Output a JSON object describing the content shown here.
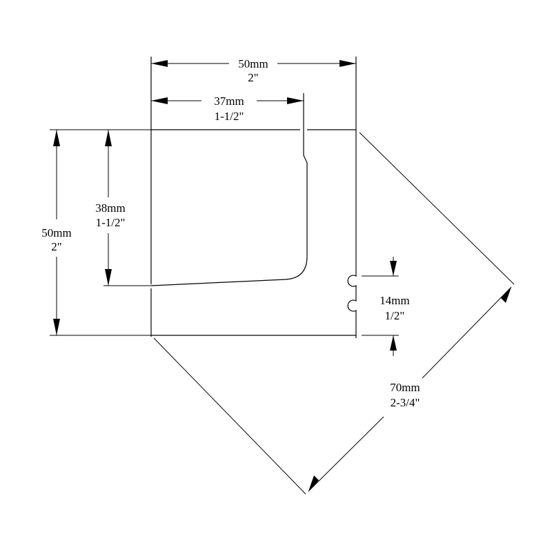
{
  "dimensions": {
    "top_overall": {
      "metric": "50mm",
      "imperial": "2\""
    },
    "top_inner": {
      "metric": "37mm",
      "imperial": "1-1/2\""
    },
    "left_overall": {
      "metric": "50mm",
      "imperial": "2\""
    },
    "left_inner": {
      "metric": "38mm",
      "imperial": "1-1/2\""
    },
    "right_notch": {
      "metric": "14mm",
      "imperial": "1/2\""
    },
    "diagonal": {
      "metric": "70mm",
      "imperial": "2-3/4\""
    }
  },
  "colors": {
    "line": "#000000",
    "background": "#ffffff"
  }
}
